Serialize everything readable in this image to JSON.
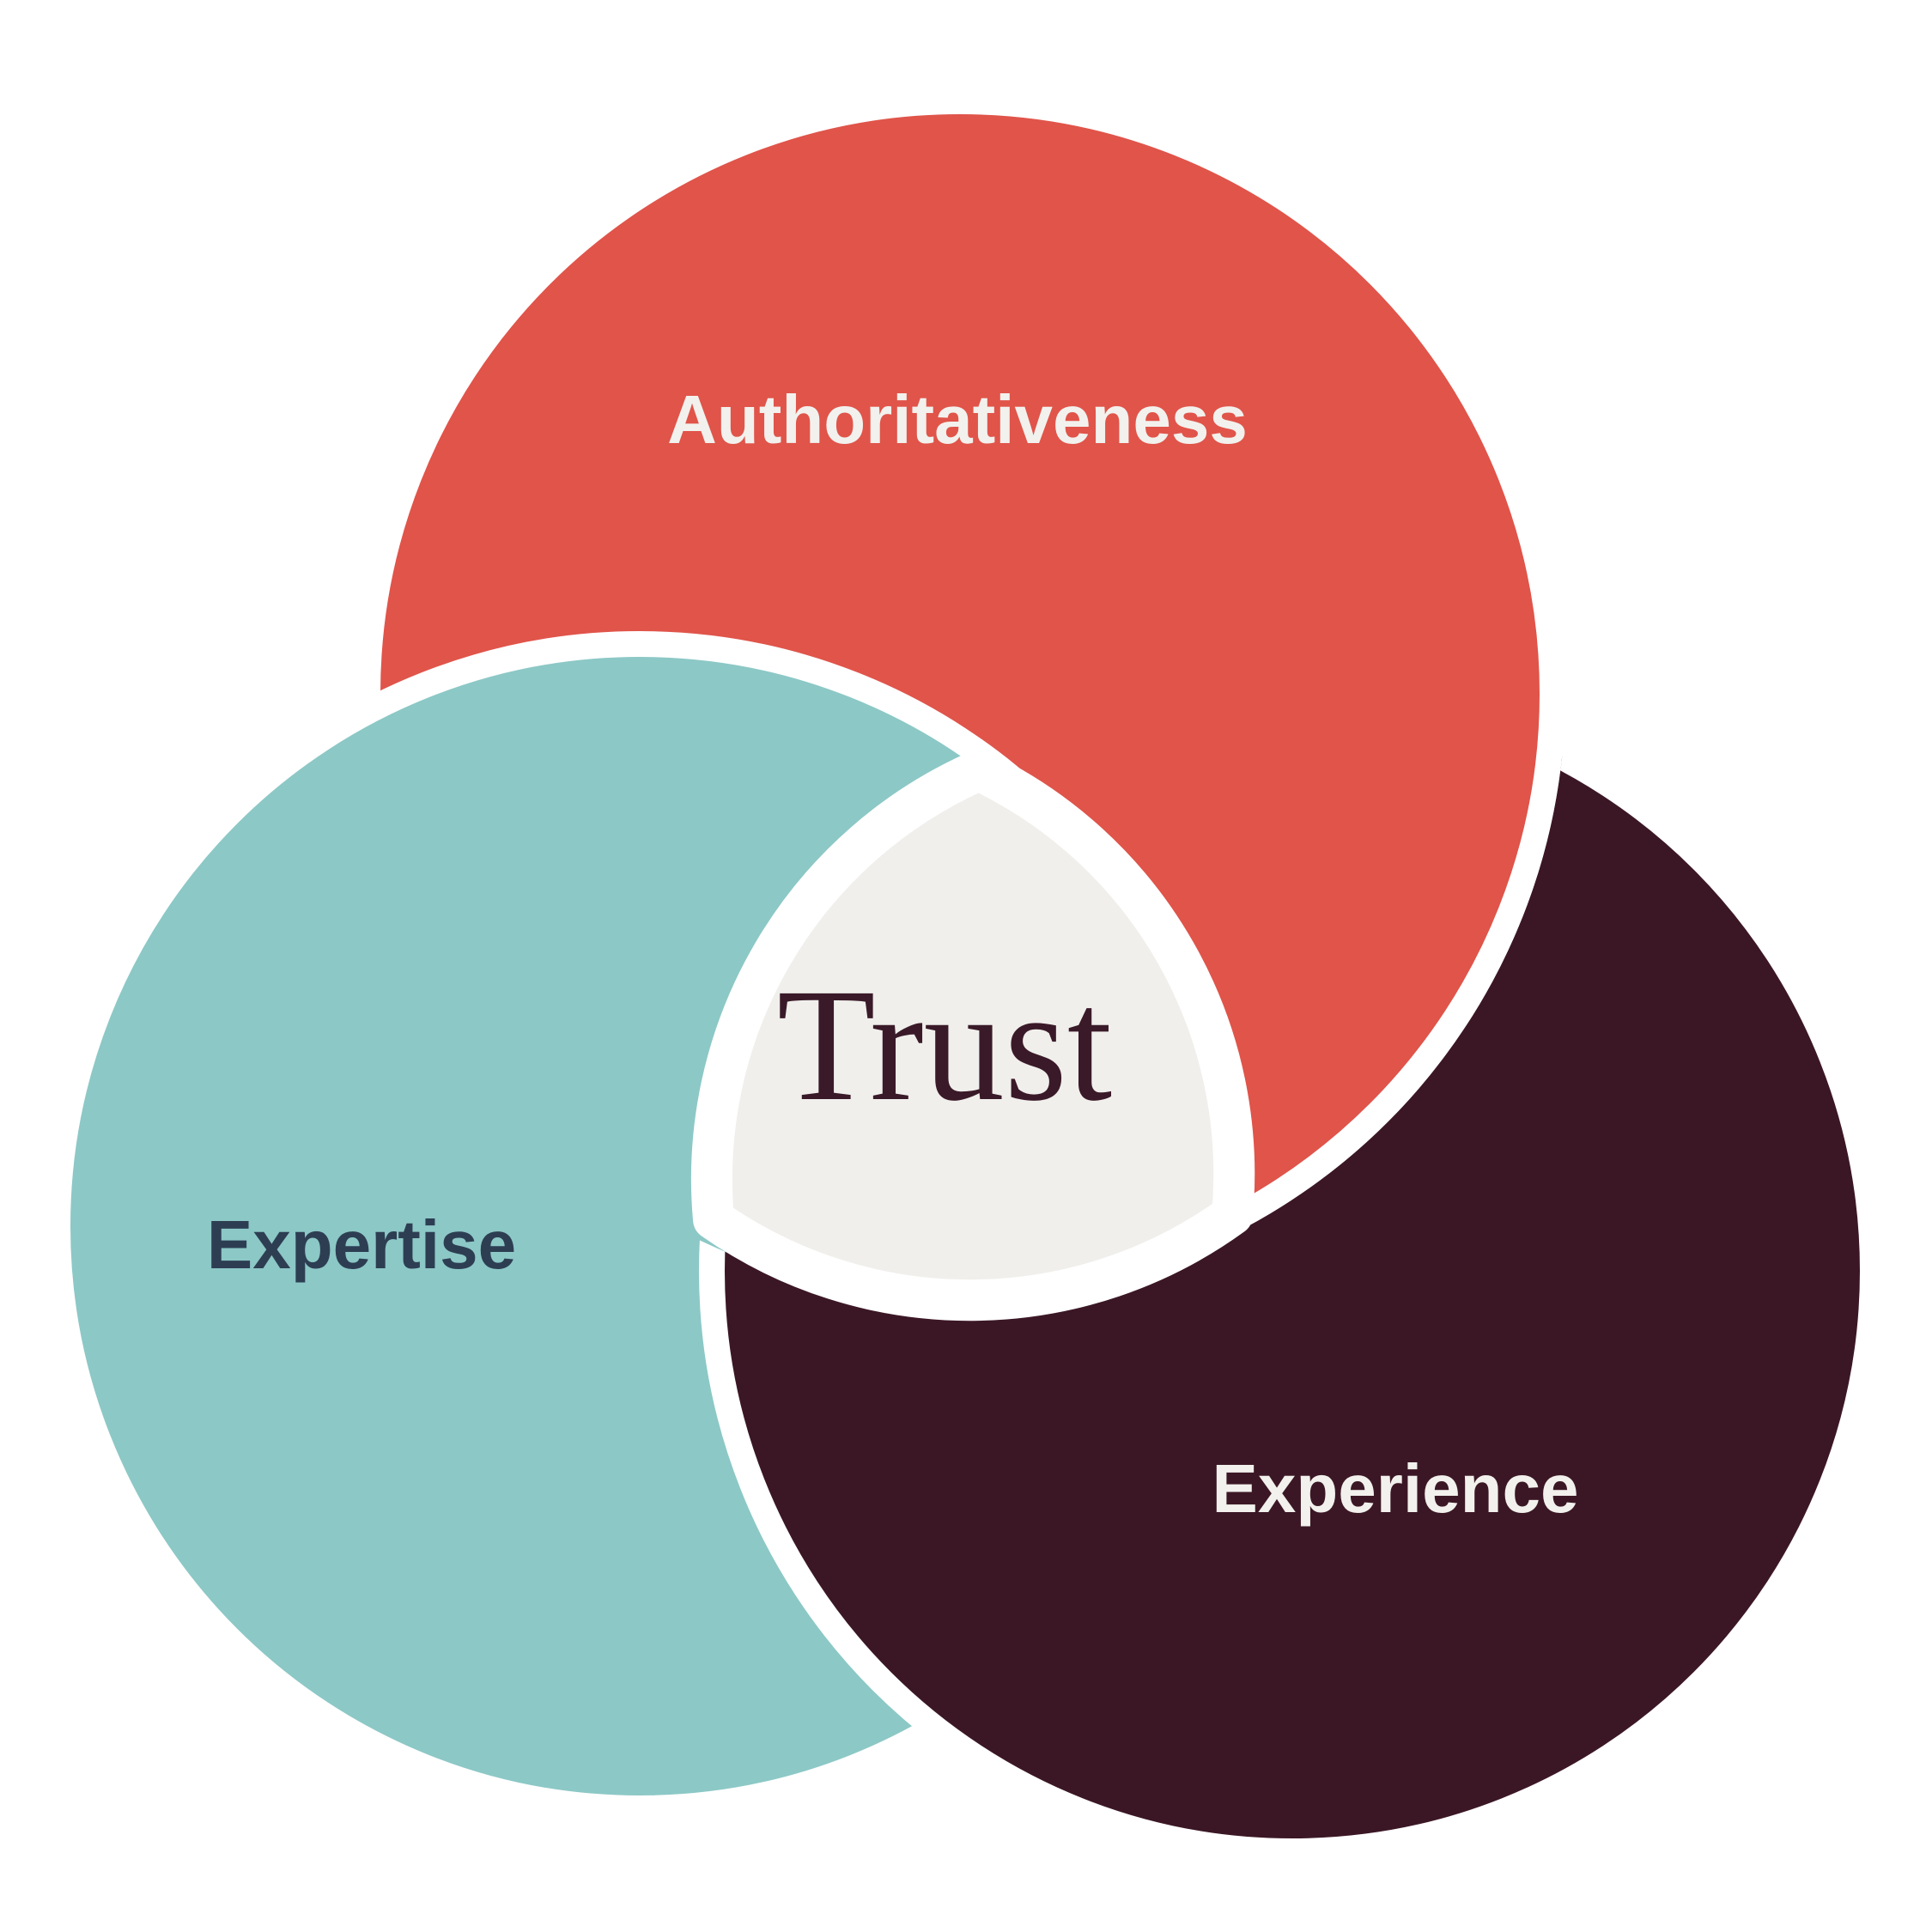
{
  "diagram": {
    "type": "venn-interlocking",
    "background_color": "#FFFFFF",
    "divider_color": "#FFFFFF",
    "circles": [
      {
        "id": "authoritativeness",
        "label": "Authoritativeness",
        "fill_color": "#E0544A",
        "label_color": "#F2F1ED",
        "position": "top"
      },
      {
        "id": "expertise",
        "label": "Expertise",
        "fill_color": "#8CC8C6",
        "label_color": "#2D3E53",
        "position": "bottom-left"
      },
      {
        "id": "experience",
        "label": "Experience",
        "fill_color": "#3B1725",
        "label_color": "#F2F1ED",
        "position": "bottom-right"
      }
    ],
    "center": {
      "label": "Trust",
      "fill_color": "#F0EFEC",
      "label_color": "#3A1A28"
    }
  }
}
